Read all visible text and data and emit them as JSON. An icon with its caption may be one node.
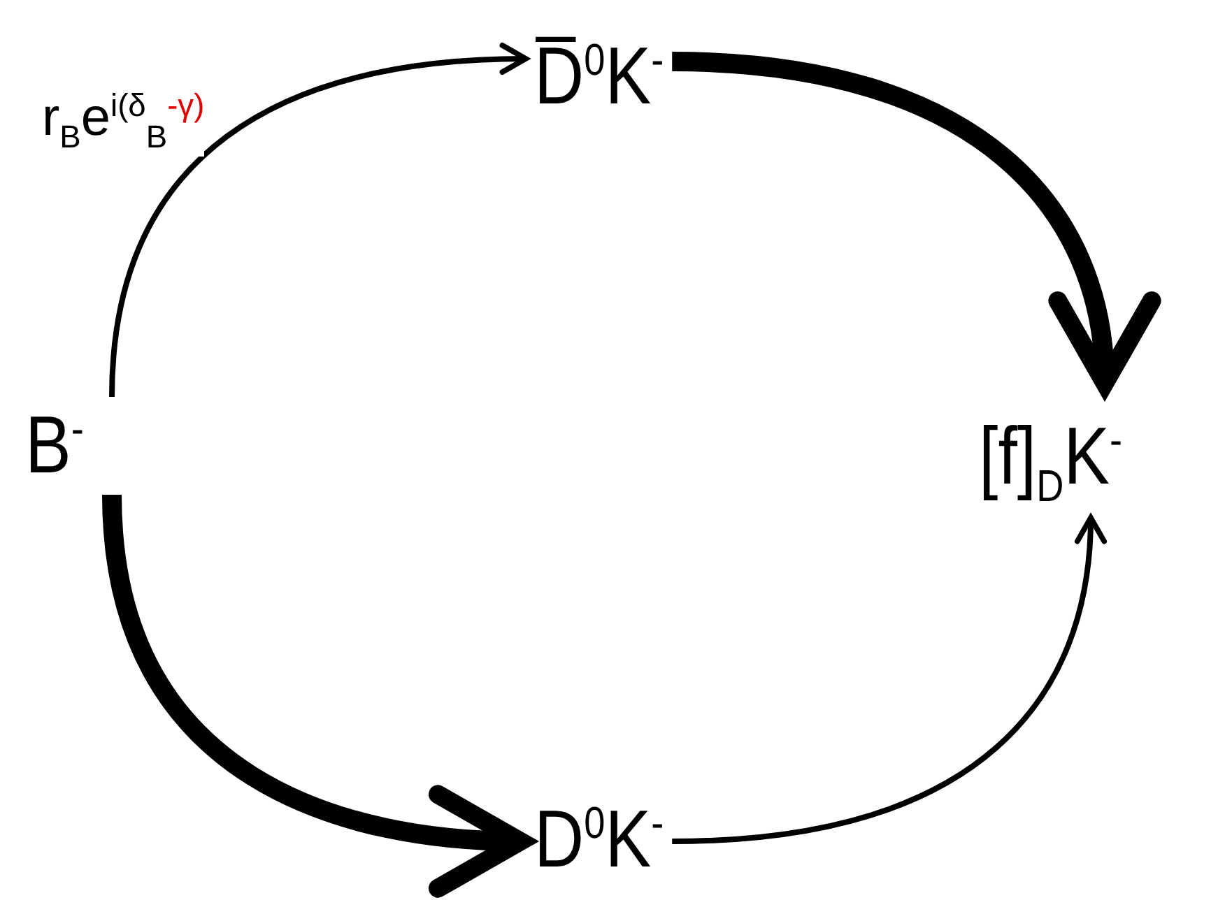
{
  "diagram": {
    "nodes": [
      {
        "text": [
          "B$^{-}$"
        ]
      },
      {
        "text": [
          "D̅$^{0}$K$^{-}$"
        ]
      },
      {
        "text": [
          "D$^{0}$K$^{-}$"
        ]
      },
      {
        "text": [
          "[f]$_{D}$K$^{-}$"
        ]
      }
    ],
    "edges": [
      {
        "from": 0,
        "to": 1,
        "arrow": "to",
        "label": "r$_{B}$e$^{i(δ}$$_{B}$$^{-γ)}$"
      },
      {
        "from": 0,
        "to": 2,
        "arrow": "to",
        "style": "thick"
      },
      {
        "from": 1,
        "to": 3,
        "arrow": "to",
        "style": "thick"
      },
      {
        "from": 2,
        "to": 3,
        "arrow": "to"
      }
    ]
  }
}
